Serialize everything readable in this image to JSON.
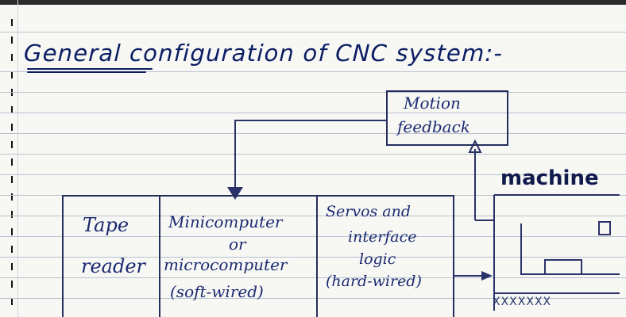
{
  "title": "General configuration of CNC system:-",
  "blocks": {
    "tape_reader": [
      "Tape",
      "reader"
    ],
    "computer": [
      "Minicomputer",
      "or",
      "microcomputer",
      "(soft-wired)"
    ],
    "servos": [
      "Servos and",
      "interface",
      "logic",
      "(hard-wired)"
    ],
    "motion_feedback": [
      "Motion",
      "feedback"
    ],
    "machine": "machine"
  },
  "machine_base_pattern": "XXXXXXX",
  "colors": {
    "ink": "#1c2b72",
    "paper": "#f7f7f4",
    "rule_lines": "#b9c2cf"
  }
}
